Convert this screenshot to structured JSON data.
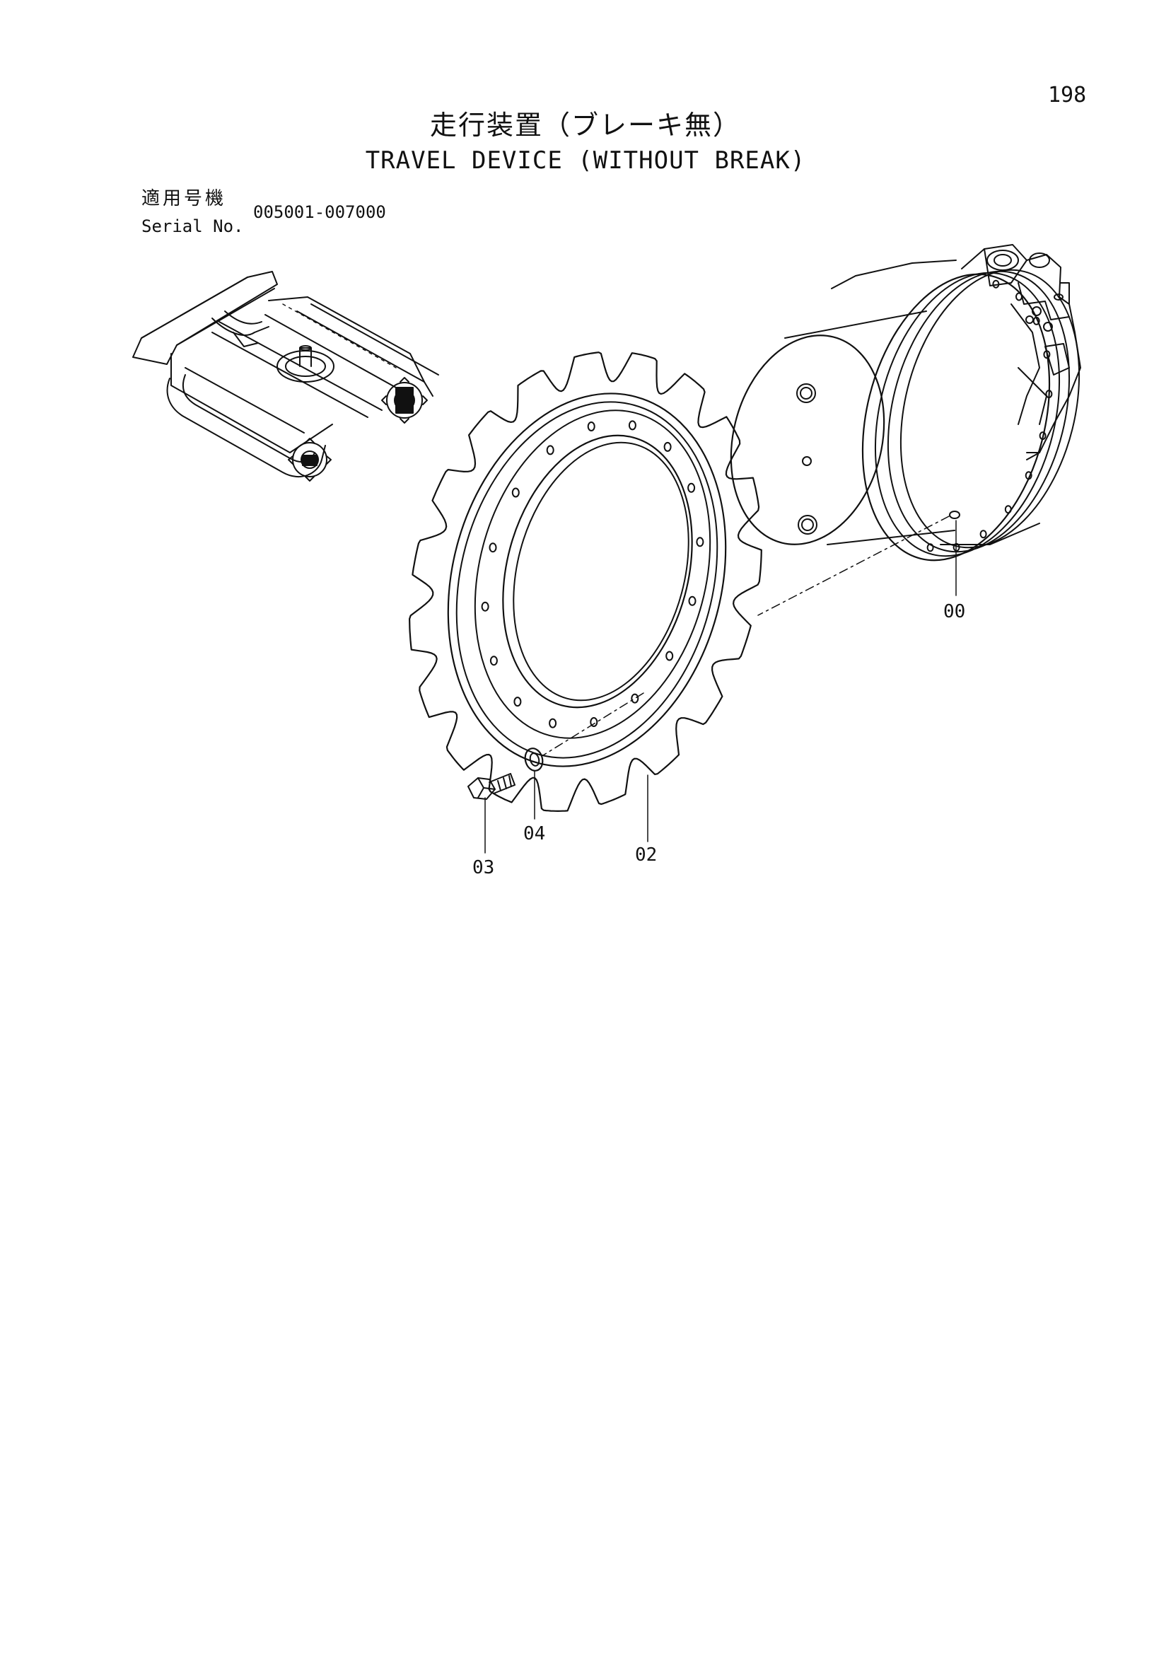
{
  "page": {
    "number": "198",
    "title_jp": "走行装置（ブレーキ無）",
    "title_en": "TRAVEL DEVICE (WITHOUT BREAK)",
    "serial_label_jp": "適用号機",
    "serial_label_en": "Serial No.",
    "serial_range": "005001-007000"
  },
  "callouts": {
    "motor": "00",
    "sprocket": "02",
    "bolt": "03",
    "washer": "04"
  },
  "colors": {
    "ink": "#111111",
    "paper": "#ffffff"
  }
}
